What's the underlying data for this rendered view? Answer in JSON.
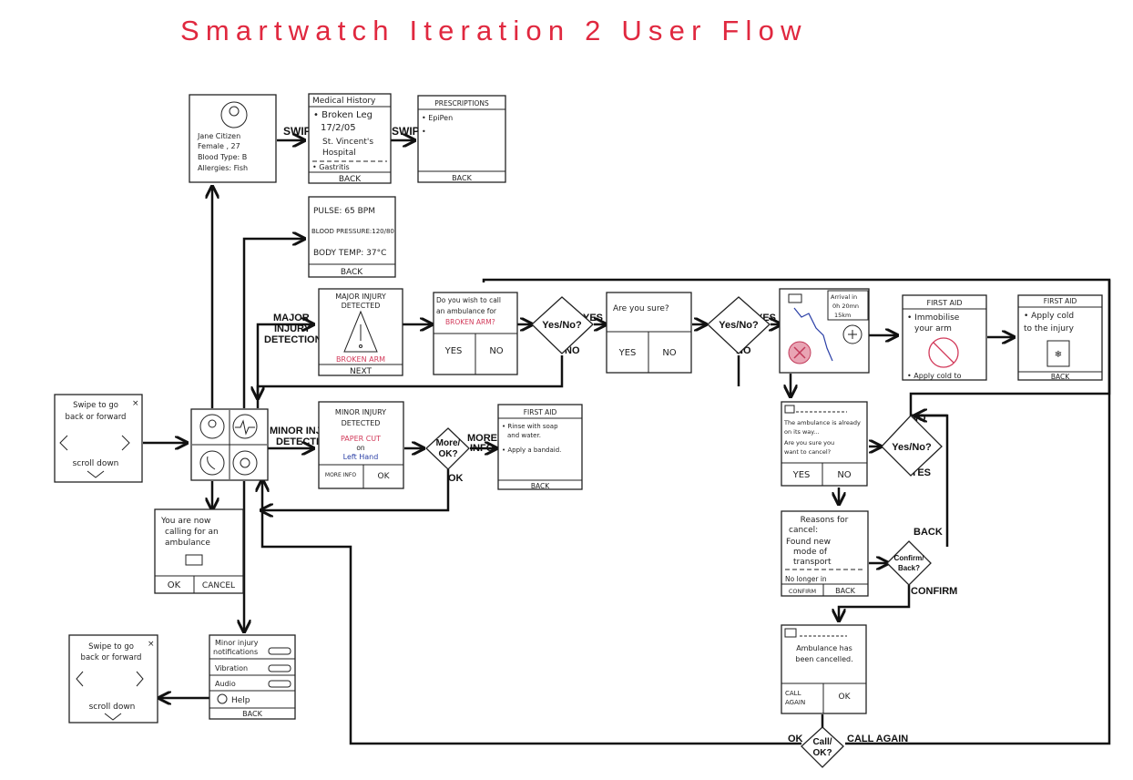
{
  "title": "Smartwatch Iteration 2 User Flow",
  "colors": {
    "title": "#e0283f",
    "highlight": "#d23a5a",
    "ink": "#222222"
  },
  "screens": {
    "home": {
      "line1": "Swipe to go",
      "line2": "back or forward",
      "scroll": "scroll down",
      "close": "×"
    },
    "profile": {
      "name": "Jane Citizen",
      "sex_age": "Female , 27",
      "blood": "Blood Type: B",
      "allergies": "Allergies: Fish"
    },
    "history": {
      "title": "Medical History",
      "item1": "• Broken Leg",
      "date": "17/2/05",
      "place1": "St. Vincent's",
      "place2": "Hospital",
      "item2": "• Gastritis",
      "back": "BACK"
    },
    "prescriptions": {
      "title": "PRESCRIPTIONS",
      "item1": "• EpiPen",
      "item2": "•",
      "back": "BACK"
    },
    "vitals": {
      "pulse": "PULSE: 65 BPM",
      "bp": "BLOOD PRESSURE:120/80",
      "temp": "BODY TEMP: 37°C",
      "back": "BACK"
    },
    "major": {
      "title1": "MAJOR INJURY",
      "title2": "DETECTED",
      "injury": "BROKEN ARM",
      "next": "NEXT"
    },
    "call_q": {
      "line1": "Do you wish to call",
      "line2": "an ambulance for",
      "injury": "BROKEN ARM?",
      "yes": "YES",
      "no": "NO"
    },
    "sure": {
      "title": "Are you sure?",
      "yes": "YES",
      "no": "NO"
    },
    "arrival": {
      "line1": "Arrival in",
      "line2": "0h 20mn",
      "line3": "15km"
    },
    "first_aid_1": {
      "title": "FIRST AID",
      "item1": "• Immobilise",
      "item2": "your arm",
      "item3": "• Apply cold to",
      "back": "BACK"
    },
    "first_aid_2": {
      "title": "FIRST AID",
      "item1": "• Apply cold",
      "item2": "to the injury",
      "back": "BACK"
    },
    "minor": {
      "title1": "MINOR INJURY",
      "title2": "DETECTED",
      "injury": "PAPER CUT",
      "on": "on",
      "location": "Left Hand",
      "more": "MORE INFO",
      "ok": "OK"
    },
    "first_aid_minor": {
      "title": "FIRST AID",
      "item1": "• Rinse with soap",
      "item1b": "and water.",
      "item2": "• Apply a bandaid.",
      "back": "BACK"
    },
    "cancel_q": {
      "line1": "The ambulance is already",
      "line2": "on its way...",
      "line3": "Are you sure you",
      "line4": "want to cancel?",
      "yes": "YES",
      "no": "NO"
    },
    "reasons": {
      "title1": "Reasons for",
      "title2": "cancel:",
      "opt1": "Found new",
      "opt1b": "mode of",
      "opt1c": "transport",
      "opt2": "No longer in",
      "confirm": "CONFIRM",
      "back": "BACK"
    },
    "cancelled": {
      "line1": "Ambulance has",
      "line2": "been cancelled.",
      "call": "CALL",
      "again": "AGAIN",
      "ok": "OK"
    },
    "calling": {
      "line1": "You are now",
      "line2": "calling for an",
      "line3": "ambulance",
      "ok": "OK",
      "cancel": "CANCEL"
    },
    "settings": {
      "row1a": "Minor injury",
      "row1b": "notifications",
      "row2": "Vibration",
      "row3": "Audio",
      "row4": "Help",
      "back": "BACK"
    },
    "home2": {
      "line1": "Swipe to go",
      "line2": "back or forward",
      "scroll": "scroll down",
      "close": "×"
    }
  },
  "labels": {
    "swipe": "SWIPE",
    "major1": "MAJOR",
    "major2": "INJURY",
    "major3": "DETECTION",
    "minor1": "MINOR INJURY",
    "minor2": "DETECTION",
    "yes": "YES",
    "no": "NO",
    "more1": "MORE",
    "more2": "INFO",
    "ok": "OK",
    "back": "BACK",
    "confirm": "CONFIRM",
    "call_again": "CALL AGAIN"
  },
  "decisions": {
    "yesno": "Yes/No?",
    "more_ok1": "More/",
    "more_ok2": "OK?",
    "confirm_back1": "Confirm/",
    "confirm_back2": "Back?",
    "call_ok1": "Call/",
    "call_ok2": "OK?"
  }
}
